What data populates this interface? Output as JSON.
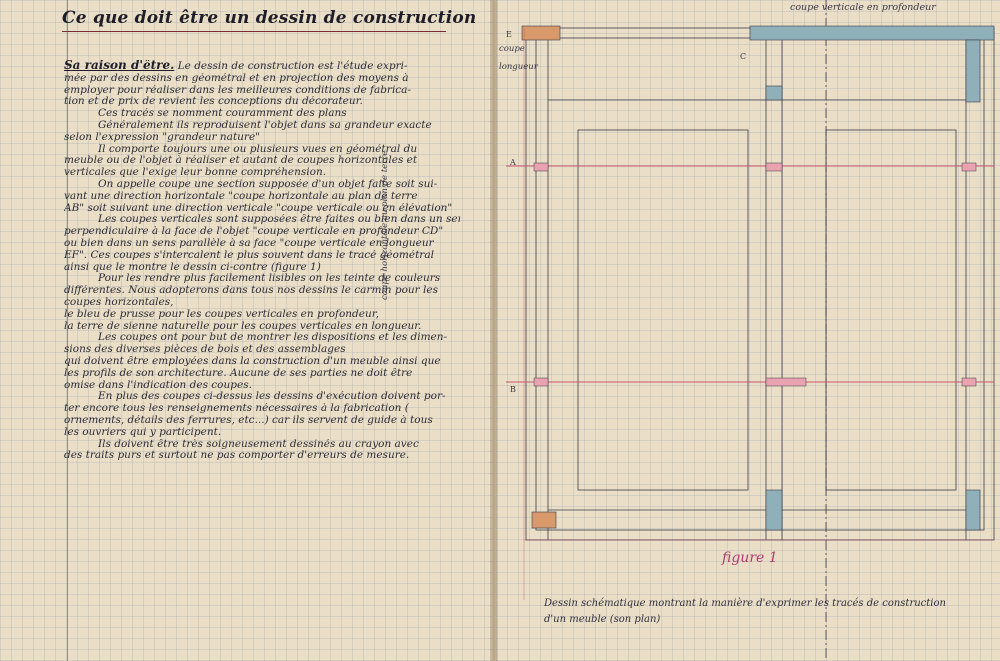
{
  "left_page": {
    "title": "Ce que doit être un dessin de construction",
    "section_heading": "Sa raison d'être.",
    "lines": [
      "Le dessin de construction est l'étude expri-",
      "mée par des dessins en géométral et en projection des moyens à",
      "employer pour réaliser dans les meilleures conditions de fabrica-",
      "tion et de prix de revient les conceptions du décorateur.",
      "Ces tracés se nomment couramment des plans",
      "Généralement ils reproduisent l'objet dans sa grandeur exacte",
      "selon l'expression \"grandeur nature\"",
      "Il comporte toujours une ou plusieurs vues en géométral du",
      "meuble ou de l'objet à réaliser et autant de coupes horizontales et",
      "verticales que l'exige leur bonne compréhension.",
      "On appelle coupe une section supposée d'un objet faite soit sui-",
      "vant une direction horizontale \"coupe horizontale au plan de terre",
      "AB\" soit suivant une direction verticale \"coupe verticale ou en élévation\"",
      "Les coupes verticales sont supposées être faites ou bien dans un sens",
      "perpendiculaire à la face de l'objet \"coupe verticale en profondeur CD\"",
      "ou bien dans un sens parallèle à sa face \"coupe verticale en longueur",
      "EF\". Ces coupes s'intercalent le plus souvent dans le tracé géométral",
      "ainsi que le montre le dessin ci-contre (figure 1)",
      "Pour les rendre plus facilement lisibles on les teinte de couleurs",
      "différentes. Nous adopterons dans tous nos dessins le carmin pour les",
      "coupes horizontales,",
      "le bleu de prusse pour les coupes verticales en profondeur,",
      "la terre de sienne naturelle pour les coupes verticales en longueur.",
      "Les coupes ont pour but de montrer les dispositions et les dimen-",
      "sions des diverses pièces de bois et des assemblages",
      "qui doivent être employées dans la construction d'un meuble ainsi que",
      "les profils de son architecture. Aucune de ses parties ne doit être",
      "omise dans l'indication des coupes.",
      "En plus des coupes ci-dessus les dessins d'exécution doivent por-",
      "ter encore tous les renseignements nécessaires à la fabrication (",
      "ornements, détails des ferrures, etc...) car ils servent de guide à tous",
      "les ouvriers qui y participent.",
      "Ils doivent être très soigneusement dessinés au crayon avec",
      "des traits purs et surtout ne pas comporter d'erreurs de mesure."
    ]
  },
  "right_page": {
    "caption_top": "coupe verticale en profondeur",
    "left_label_1": "coupe",
    "left_label_1b": "longueur",
    "vertical_label": "coupe horizontale au plan de terre",
    "letters": [
      "E",
      "C",
      "A",
      "B"
    ],
    "figure_label": "figure 1",
    "caption_bottom": [
      "Dessin schématique montrant la manière d'exprimer les tracés de construction",
      "d'un meuble (son plan)"
    ]
  },
  "colors": {
    "carmin": "#c9546e",
    "bleu_de_prusse": "#7fa0ad",
    "terre_de_sienne": "#d89a6a",
    "ink": "#2b2a35"
  }
}
